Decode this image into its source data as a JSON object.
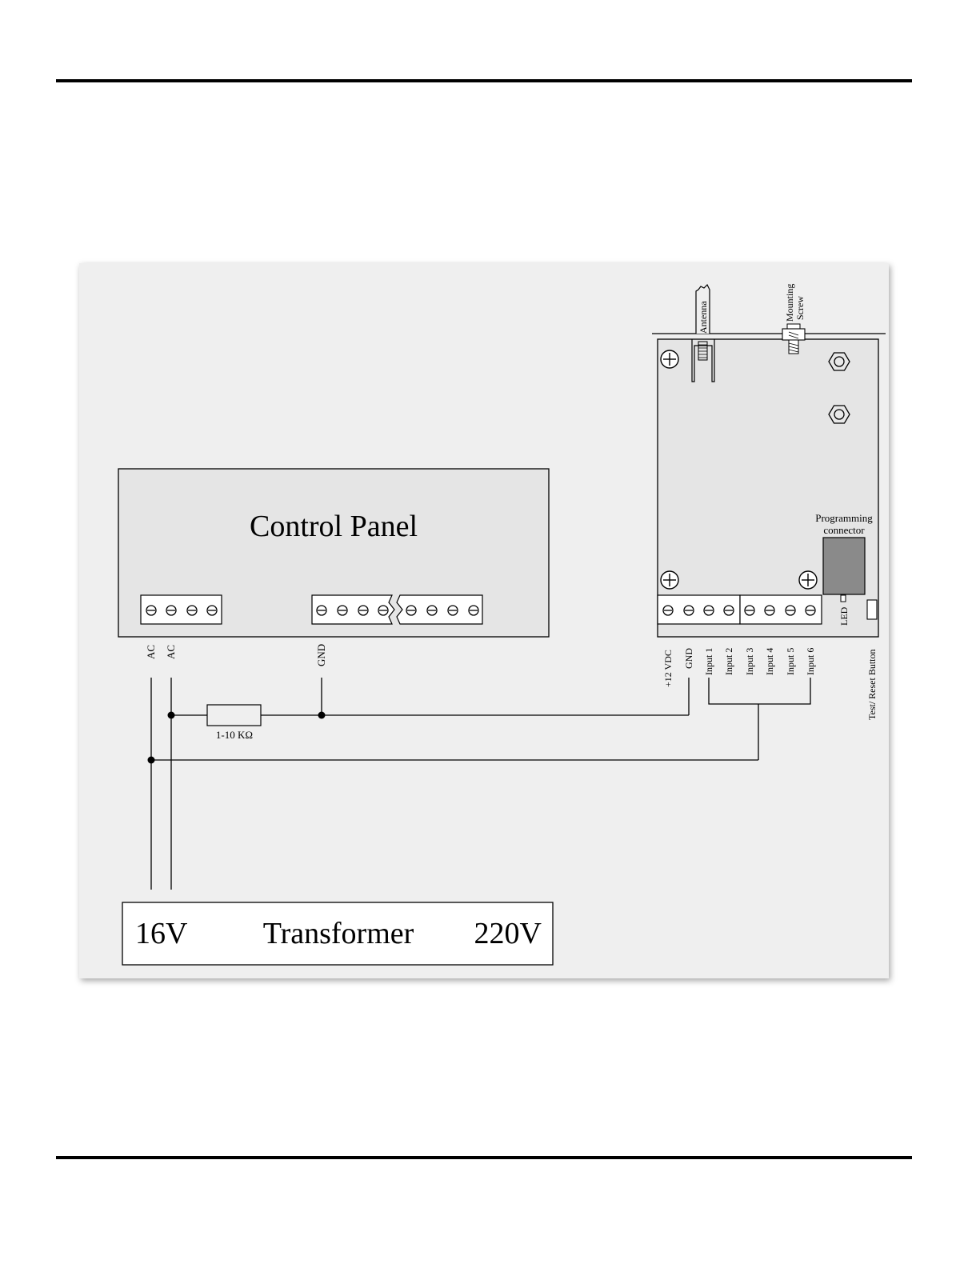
{
  "control_panel": {
    "title": "Control Panel"
  },
  "transformer": {
    "low_voltage": "16V",
    "title": "Transformer",
    "high_voltage": "220V"
  },
  "resistor": {
    "label": "1-10 KΩ"
  },
  "panel_terminal_labels": {
    "ac1": "AC",
    "ac2": "AC",
    "gnd": "GND"
  },
  "module": {
    "antenna_label": "Antenna",
    "mounting_screw_line1": "Mounting",
    "mounting_screw_line2": "Screw",
    "programming_line1": "Programming",
    "programming_line2": "connector",
    "led_label": "LED",
    "test_reset_label": "Test/ Reset Button",
    "terminal_labels": [
      "+12 VDC",
      "GND",
      "Input 1",
      "Input 2",
      "Input 3",
      "Input 4",
      "Input 5",
      "Input 6"
    ]
  }
}
